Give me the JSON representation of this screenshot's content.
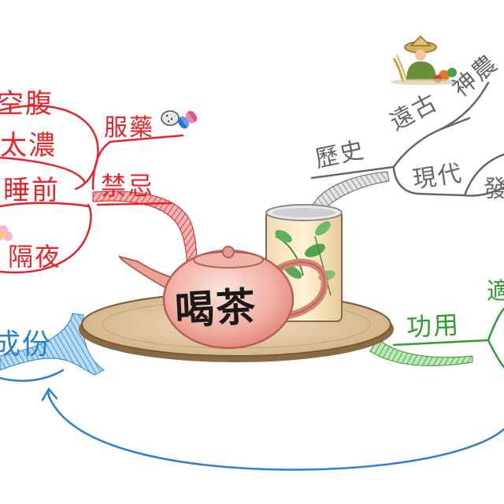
{
  "center": {
    "title": "喝茶"
  },
  "branches": {
    "taboo": {
      "label": "禁忌",
      "color": "#e8232a",
      "sub": {
        "medicine": "服藥",
        "empty_stomach": "空腹",
        "too_strong": "太濃",
        "before_sleep": "睡前",
        "overnight": "隔夜"
      }
    },
    "history": {
      "label": "歷史",
      "color": "#666666",
      "sub": {
        "ancient": "遠古",
        "shennong": "神農",
        "modern": "現代",
        "develop": "發"
      }
    },
    "effect": {
      "label": "功用",
      "color": "#2f9e2f",
      "sub": {
        "partial": "適"
      }
    },
    "ingredient": {
      "label": "成份",
      "color": "#2b7fd1"
    }
  },
  "icons": [
    "pill-capsule-icon",
    "farmer-shennong-icon",
    "flower-icon",
    "teapot-icon",
    "tea-cup-icon",
    "tray-icon"
  ]
}
